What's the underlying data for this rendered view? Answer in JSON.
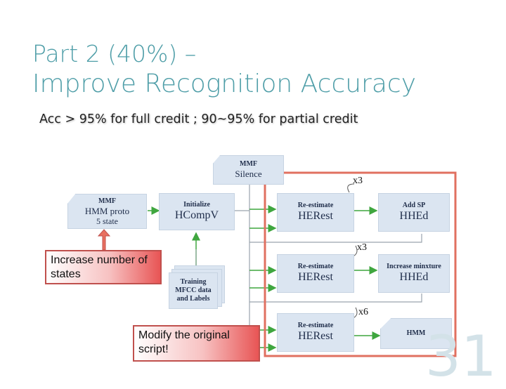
{
  "title": {
    "line1": "Part 2 (40%) –",
    "line2": "Improve Recognition Accuracy"
  },
  "subtitle": "Acc > 95% for full credit ; 90~95% for partial credit",
  "diagram": {
    "mmf_silence": {
      "line1": "MMF",
      "line2": "Silence"
    },
    "mmf_hmm_proto": {
      "line1": "MMF",
      "line2": "HMM proto",
      "line3": "5 state"
    },
    "initialize": {
      "label": "Initialize",
      "tool": "HCompV"
    },
    "training": {
      "line1": "Training",
      "line2": "MFCC data",
      "line3": "and Labels"
    },
    "reestimate_1": {
      "label": "Re-estimate",
      "tool": "HERest"
    },
    "reestimate_2": {
      "label": "Re-estimate",
      "tool": "HERest"
    },
    "reestimate_3": {
      "label": "Re-estimate",
      "tool": "HERest"
    },
    "add_sp": {
      "label": "Add SP",
      "tool": "HHEd"
    },
    "increase_mixture": {
      "label": "Increase minxture",
      "tool": "HHEd"
    },
    "hmm_output": {
      "label": "HMM"
    },
    "mult_1": "x3",
    "mult_2": "x3",
    "mult_3": "x6"
  },
  "callouts": {
    "increase_states": "Increase number of states",
    "modify_script": "Modify the original script!"
  },
  "colors": {
    "title": "#4f9ea8",
    "box_fill": "#dbe5f1",
    "arrow_green": "#3fa63f",
    "highlight_red": "#e07060"
  },
  "page_number": "31"
}
